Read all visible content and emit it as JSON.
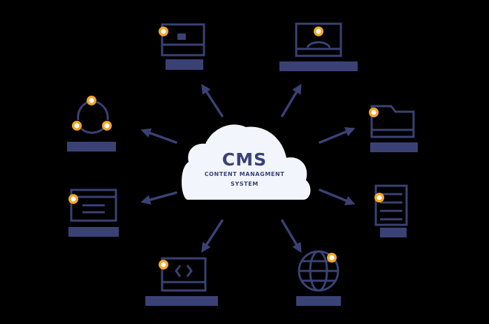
{
  "cms": {
    "title": "CMS",
    "subtitle_line1": "CONTENT MANAGMENT",
    "subtitle_line2": "SYSTEM"
  },
  "colors": {
    "navy": "#3a4275",
    "cloud": "#f2f5fb",
    "gear_outer": "#f5a524",
    "gear_inner": "#ffffff",
    "background": "#000000"
  },
  "nodes": [
    {
      "icon": "image-icon"
    },
    {
      "icon": "monitor-photo-icon"
    },
    {
      "icon": "folder-icon"
    },
    {
      "icon": "document-list-icon"
    },
    {
      "icon": "globe-icon"
    },
    {
      "icon": "code-window-icon"
    },
    {
      "icon": "browser-window-icon"
    },
    {
      "icon": "cycle-network-icon"
    }
  ]
}
